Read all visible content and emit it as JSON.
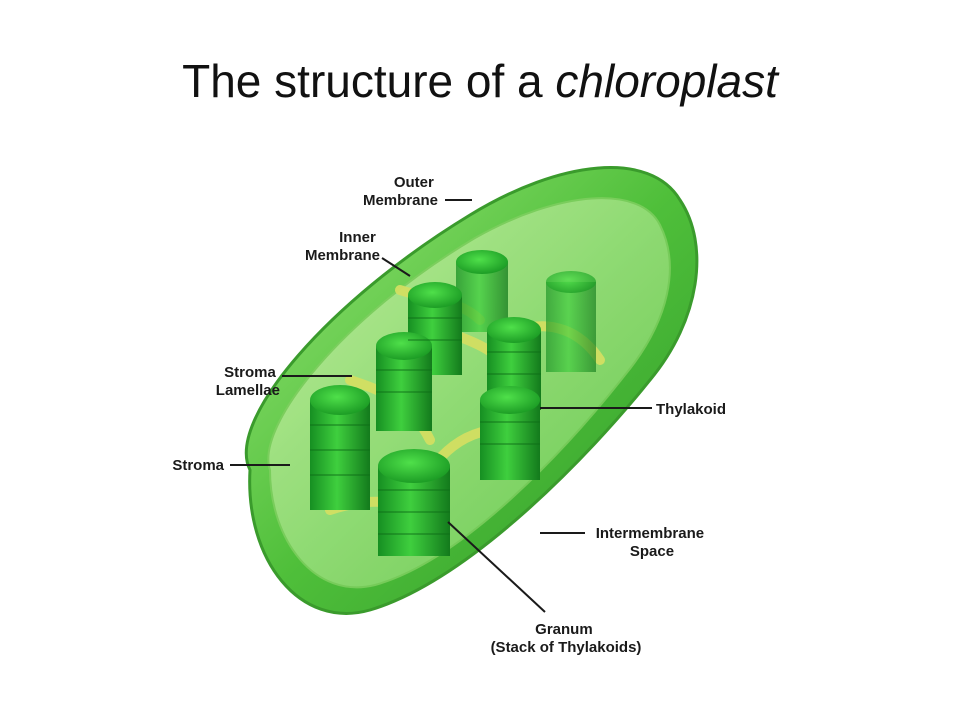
{
  "slide": {
    "title_main": "The structure of a",
    "title_emph": "chloroplast"
  },
  "labels": {
    "outer_membrane": [
      "Outer",
      "Membrane"
    ],
    "inner_membrane": [
      "Inner",
      "Membrane"
    ],
    "stroma_lamellae": [
      "Stroma",
      "Lamellae"
    ],
    "stroma": "Stroma",
    "thylakoid": "Thylakoid",
    "intermembrane_space": [
      "Intermembrane",
      "Space"
    ],
    "granum": [
      "Granum",
      "(Stack of Thylakoids)"
    ]
  },
  "colors": {
    "outer_green": "#58c840",
    "inner_green": "#8fdc6a",
    "granum_green": "#1fa52a",
    "lamella_yellow": "#d8e36a"
  }
}
